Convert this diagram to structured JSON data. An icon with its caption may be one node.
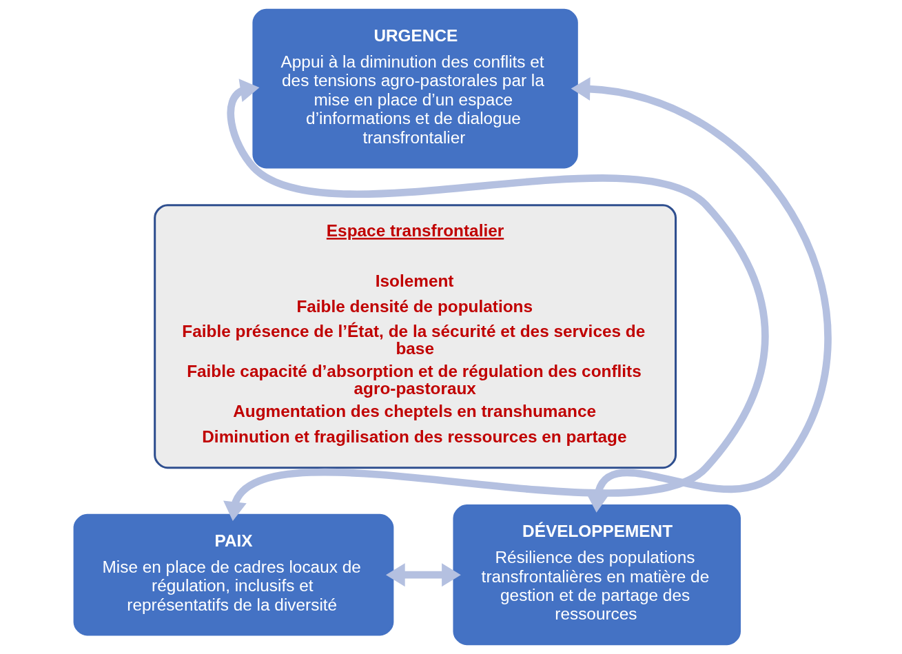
{
  "diagram": {
    "nodes": [
      {
        "text": [
          "URGENCE",
          "Appui à la diminution des conflits et des tensions agro-pastorales par la mise en place d’un espace d’informations et de dialogue transfrontalier"
        ]
      },
      {
        "text": [
          "Espace transfrontalier",
          "Isolement",
          "Faible densité de populations",
          "Faible présence de l’État, de la sécurité et des services de base",
          "Faible capacité d’absorption et de régulation des conflits agro-pastoraux",
          "Augmentation des cheptels en transhumance",
          "Diminution et fragilisation des ressources en partage"
        ]
      },
      {
        "text": [
          "PAIX",
          "Mise en place de cadres locaux de régulation, inclusifs et représentatifs de la diversité"
        ]
      },
      {
        "text": [
          "DÉVELOPPEMENT",
          "Résilience des populations transfrontalières en matière de gestion et de partage des ressources"
        ]
      }
    ],
    "edges": [
      {
        "from": 0,
        "to": 2,
        "arrow": "both"
      },
      {
        "from": 0,
        "to": 3,
        "arrow": "both"
      },
      {
        "from": 2,
        "to": 3,
        "arrow": "both"
      }
    ]
  }
}
